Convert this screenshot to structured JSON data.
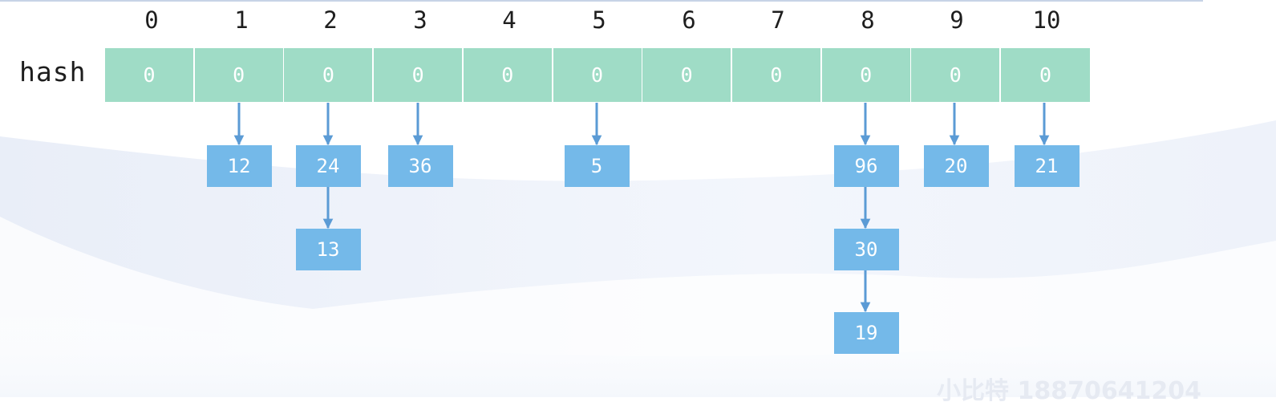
{
  "diagram": {
    "row_label": "hash",
    "indices": [
      "0",
      "1",
      "2",
      "3",
      "4",
      "5",
      "6",
      "7",
      "8",
      "9",
      "10"
    ],
    "cell_values": [
      "0",
      "0",
      "0",
      "0",
      "0",
      "0",
      "0",
      "0",
      "0",
      "0",
      "0"
    ],
    "chains": [
      {
        "bucket": 1,
        "nodes": [
          "12"
        ]
      },
      {
        "bucket": 2,
        "nodes": [
          "24",
          "13"
        ]
      },
      {
        "bucket": 3,
        "nodes": [
          "36"
        ]
      },
      {
        "bucket": 5,
        "nodes": [
          "5"
        ]
      },
      {
        "bucket": 8,
        "nodes": [
          "96",
          "30",
          "19"
        ]
      },
      {
        "bucket": 9,
        "nodes": [
          "20"
        ]
      },
      {
        "bucket": 10,
        "nodes": [
          "21"
        ]
      }
    ],
    "colors": {
      "cell": "#9fdcc6",
      "node": "#74b9e9",
      "arrow": "#5b9bd5"
    }
  },
  "watermark": {
    "text": "小比特 18870641204"
  }
}
